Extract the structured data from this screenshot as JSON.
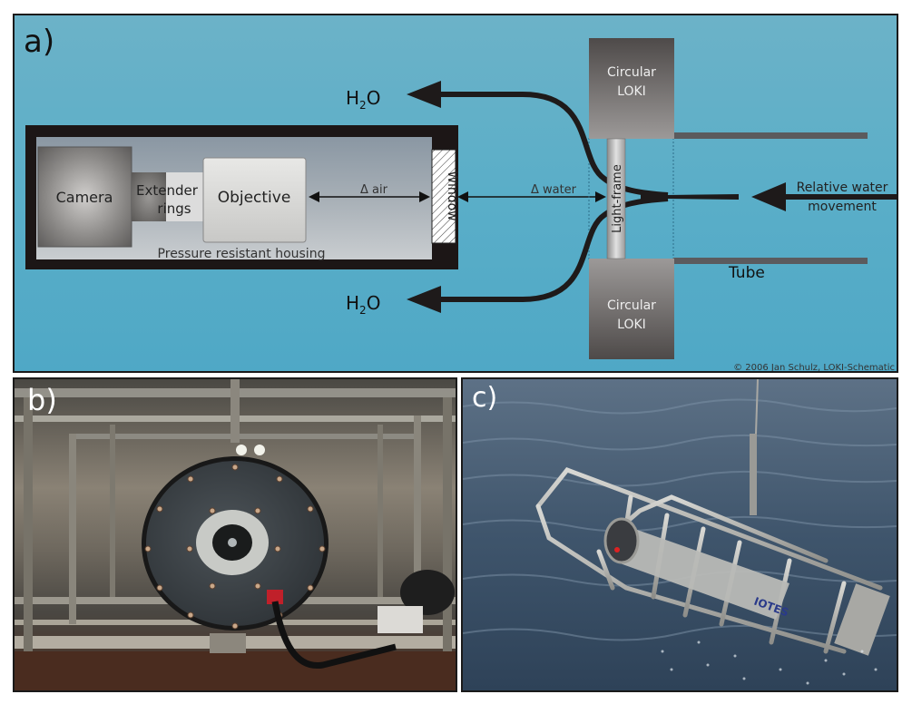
{
  "figure": {
    "panels": {
      "a": {
        "label": "a)",
        "components": {
          "camera": "Camera",
          "extender_line1": "Extender",
          "extender_line2": "rings",
          "objective": "Objective",
          "housing": "Pressure resistant housing",
          "window": "Window",
          "delta_air": "Δ air",
          "delta_water": "Δ water",
          "light_frame": "Light-frame",
          "loki_top_line1": "Circular",
          "loki_top_line2": "LOKI",
          "loki_bottom_line1": "Circular",
          "loki_bottom_line2": "LOKI",
          "tube": "Tube",
          "flow_line1": "Relative water",
          "flow_line2": "movement",
          "outflow_top_main": "H",
          "outflow_top_sub": "2",
          "outflow_top_tail": "O",
          "outflow_bottom_main": "H",
          "outflow_bottom_sub": "2",
          "outflow_bottom_tail": "O"
        },
        "copyright": "© 2006 Jan Schulz, LOKI-Schematic",
        "colors": {
          "water": "#5aaec8",
          "housing_frame": "#1c1616",
          "loki_box": "#6e6b6a",
          "tube": "#5b5b5e",
          "arrow": "#1e1a1a"
        }
      },
      "b": {
        "label": "b)",
        "description": "Photo: circular LOKI housing front view mounted in stainless steel frame"
      },
      "c": {
        "label": "c)",
        "description": "Photo: LOKI instrument in cage being lowered into the sea"
      }
    }
  }
}
